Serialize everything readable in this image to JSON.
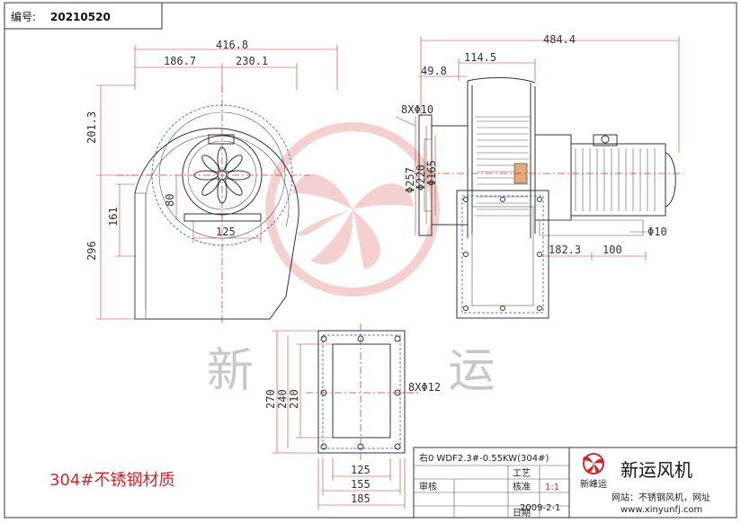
{
  "drawing_no_label": "编号:",
  "drawing_no": "20210520",
  "front_view": {
    "overall_width": "416.8",
    "left_width": "186.7",
    "right_width": "230.1",
    "height_upper": "201.3",
    "height_lower": "296",
    "outlet_height": "161",
    "motor_mount": "125",
    "motor_center": "80"
  },
  "side_view": {
    "overall_length": "484.4",
    "housing_depth": "114.5",
    "flange_depth": "49.8",
    "bolt_holes": "8XΦ10",
    "dia_outer": "Φ257",
    "dia_mid": "Φ220",
    "dia_inner": "Φ165",
    "base_dim_a": "182.3",
    "base_dim_b": "100",
    "base_hole": "Φ10"
  },
  "flange_view": {
    "h_outer": "270",
    "h_mid": "240",
    "h_inner": "210",
    "holes": "8XΦ12",
    "w_inner": "125",
    "w_mid": "155",
    "w_outer": "185"
  },
  "watermark": "新 运",
  "material_note": "304#不锈钢材质",
  "title_block": {
    "model": "右0 WDF2.3#-0.55KW(304#)",
    "craft_label": "工艺",
    "review_label": "审核",
    "check_label": "核准",
    "date_label": "日期",
    "scale": "1:1",
    "date": "2009-2-1",
    "company_small": "新峰运",
    "company": "新运风机",
    "website_label": "网站：不锈钢风机，网址",
    "website": "www.xinyunfj.com"
  }
}
